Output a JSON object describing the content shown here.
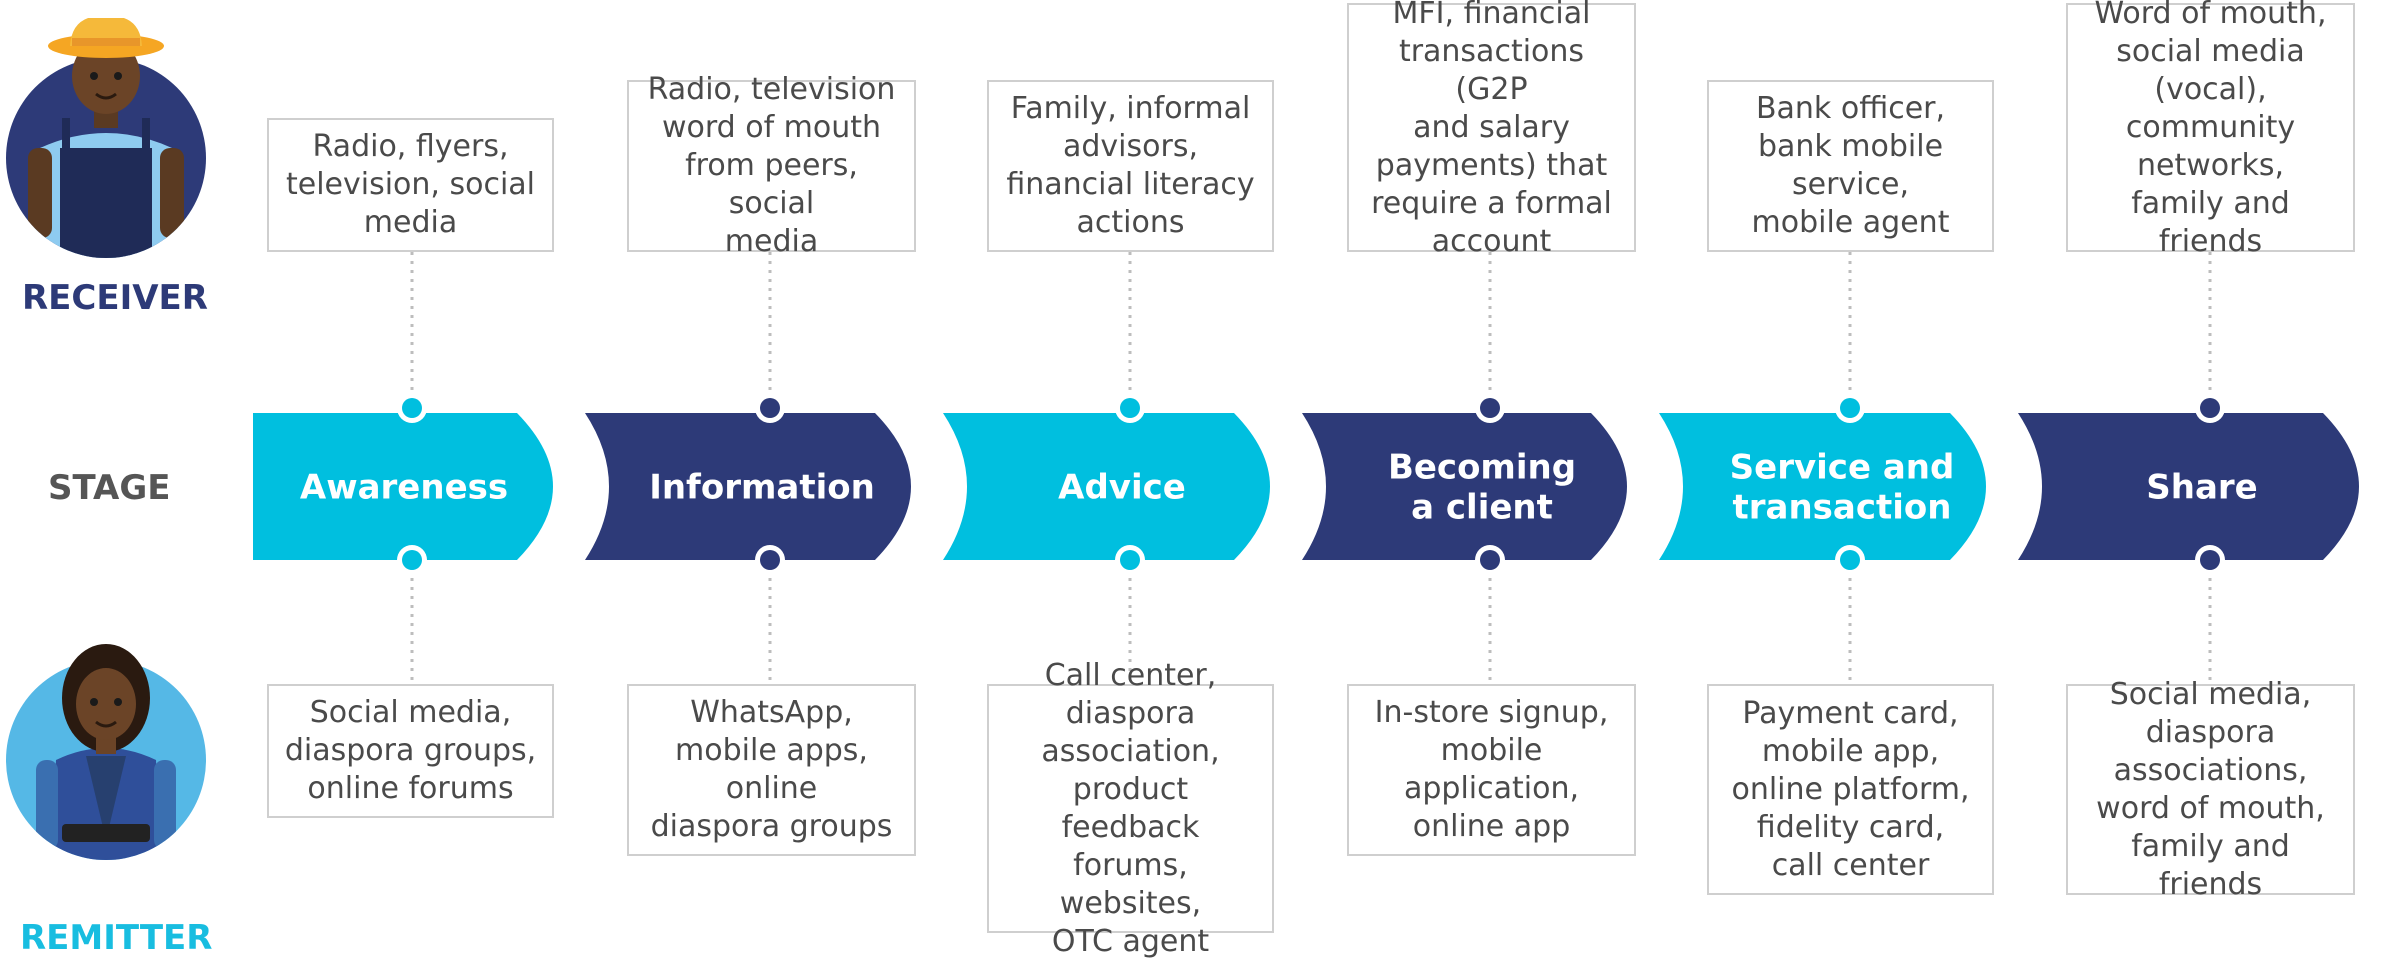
{
  "colors": {
    "light": "#00bfdf",
    "dark": "#2d3a78",
    "receiver_label": "#2d3a78",
    "remitter_label": "#18bde0",
    "connector": "#bdbdbd",
    "box_border": "#cfcfcf",
    "box_text": "#4a4a4a"
  },
  "labels": {
    "receiver": "RECEIVER",
    "stage": "STAGE",
    "remitter": "REMITTER"
  },
  "stages": [
    {
      "name": "Awareness",
      "color": "light",
      "receiver": "Radio, flyers,\ntelevision, social\nmedia",
      "remitter": "Social media,\ndiaspora groups,\nonline forums"
    },
    {
      "name": "Information",
      "color": "dark",
      "receiver": "Radio, television\nword of mouth\nfrom peers, social\nmedia",
      "remitter": "WhatsApp,\nmobile apps,\nonline\ndiaspora groups"
    },
    {
      "name": "Advice",
      "color": "light",
      "receiver": "Family, informal\nadvisors,\nfinancial literacy\nactions",
      "remitter": "Call center,\ndiaspora\nassociation,\nproduct feedback\nforums, websites,\nOTC agent"
    },
    {
      "name": "Becoming\na client",
      "color": "dark",
      "receiver": "MFI, financial\ntransactions (G2P\nand salary\npayments) that\nrequire a formal\naccount",
      "remitter": "In-store signup,\nmobile\napplication,\nonline app"
    },
    {
      "name": "Service and\ntransaction",
      "color": "light",
      "receiver": "Bank officer,\nbank mobile\nservice,\nmobile agent",
      "remitter": "Payment card,\nmobile app,\nonline platform,\nfidelity card,\ncall center"
    },
    {
      "name": "Share",
      "color": "dark",
      "receiver": "Word of mouth,\nsocial media\n(vocal),\ncommunity\nnetworks,\nfamily and friends",
      "remitter": "Social media,\ndiaspora\nassociations,\nword of mouth,\nfamily and friends"
    }
  ]
}
